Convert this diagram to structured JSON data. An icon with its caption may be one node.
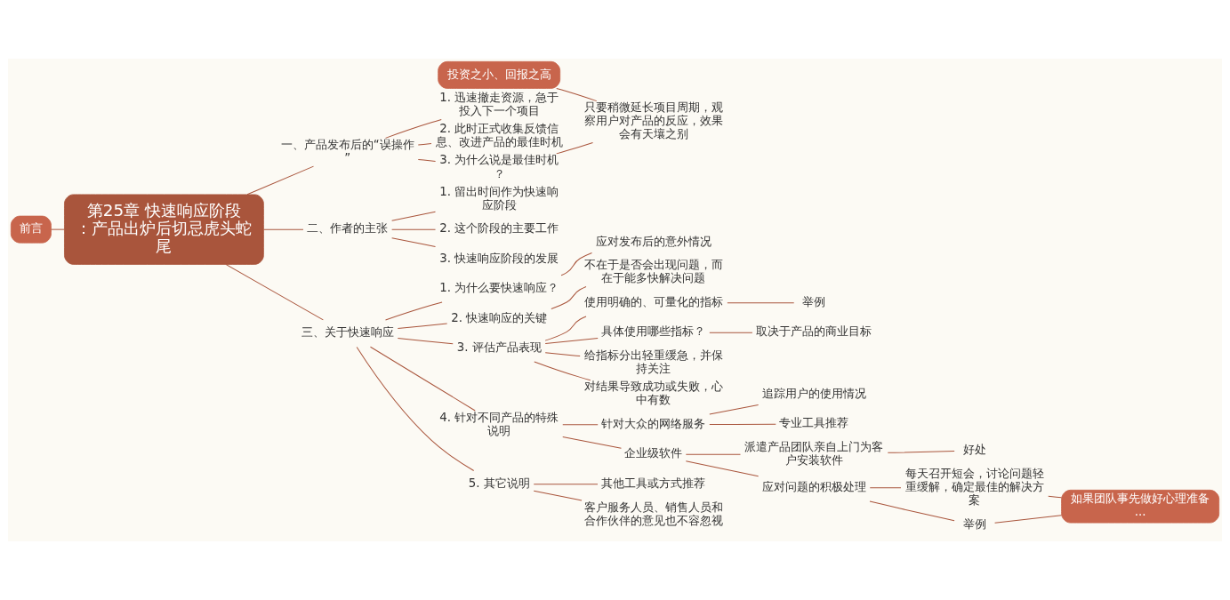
{
  "diagram": {
    "nodes": [
      {
        "text": [
          "第25章 快速响应阶段：产品出炉后切忌虎头蛇尾"
        ]
      },
      {
        "text": [
          "前言"
        ]
      },
      {
        "text": [
          "一、产品发布后的“误操作”"
        ]
      },
      {
        "text": [
          "1. 迅速撤走资源，急于投入下一个项目"
        ]
      },
      {
        "text": [
          "2. 此时正式收集反馈信息、改进产品的最佳时机"
        ]
      },
      {
        "text": [
          "3. 为什么说是最佳时机？"
        ]
      },
      {
        "text": [
          "只要稍微延长项目周期，观察用户对产品的反应，效果会有天壤之别"
        ]
      },
      {
        "text": [
          "投资之小、回报之高"
        ]
      },
      {
        "text": [
          "二、作者的主张"
        ]
      },
      {
        "text": [
          "1. 留出时间作为快速响应阶段"
        ]
      },
      {
        "text": [
          "2. 这个阶段的主要工作"
        ]
      },
      {
        "text": [
          "3. 快速响应阶段的发展"
        ]
      },
      {
        "text": [
          "三、关于快速响应"
        ]
      },
      {
        "text": [
          "1. 为什么要快速响应？"
        ]
      },
      {
        "text": [
          "应对发布后的意外情况"
        ]
      },
      {
        "text": [
          "2. 快速响应的关键"
        ]
      },
      {
        "text": [
          "不在于是否会出现问题，而在于能多快解决问题"
        ]
      },
      {
        "text": [
          "3. 评估产品表现"
        ]
      },
      {
        "text": [
          "使用明确的、可量化的指标"
        ]
      },
      {
        "text": [
          "举例"
        ]
      },
      {
        "text": [
          "具体使用哪些指标？"
        ]
      },
      {
        "text": [
          "取决于产品的商业目标"
        ]
      },
      {
        "text": [
          "给指标分出轻重缓急，并保持关注"
        ]
      },
      {
        "text": [
          "对结果导致成功或失败，心中有数"
        ]
      },
      {
        "text": [
          "4. 针对不同产品的特殊说明"
        ]
      },
      {
        "text": [
          "针对大众的网络服务"
        ]
      },
      {
        "text": [
          "追踪用户的使用情况"
        ]
      },
      {
        "text": [
          "专业工具推荐"
        ]
      },
      {
        "text": [
          "企业级软件"
        ]
      },
      {
        "text": [
          "派遣产品团队亲自上门为客户安装软件"
        ]
      },
      {
        "text": [
          "好处"
        ]
      },
      {
        "text": [
          "应对问题的积极处理"
        ]
      },
      {
        "text": [
          "每天召开短会，讨论问题轻重缓解，确定最佳的解决方案"
        ]
      },
      {
        "text": [
          "举例"
        ]
      },
      {
        "text": [
          "如果团队事先做好心理准备..."
        ]
      },
      {
        "text": [
          "5. 其它说明"
        ]
      },
      {
        "text": [
          "其他工具或方式推荐"
        ]
      },
      {
        "text": [
          "客户服务人员、销售人员和合作伙伴的意见也不容忽视"
        ]
      }
    ],
    "edges": [
      {
        "from": 1,
        "to": 0,
        "arrow": "none"
      },
      {
        "from": 0,
        "to": 2,
        "arrow": "none"
      },
      {
        "from": 2,
        "to": 3,
        "arrow": "none"
      },
      {
        "from": 2,
        "to": 4,
        "arrow": "none"
      },
      {
        "from": 2,
        "to": 5,
        "arrow": "none"
      },
      {
        "from": 5,
        "to": 6,
        "arrow": "none"
      },
      {
        "from": 7,
        "to": 6,
        "arrow": "none"
      },
      {
        "from": 0,
        "to": 8,
        "arrow": "none"
      },
      {
        "from": 8,
        "to": 9,
        "arrow": "none"
      },
      {
        "from": 8,
        "to": 10,
        "arrow": "none"
      },
      {
        "from": 8,
        "to": 11,
        "arrow": "none"
      },
      {
        "from": 0,
        "to": 12,
        "arrow": "none"
      },
      {
        "from": 12,
        "to": 13,
        "arrow": "none"
      },
      {
        "from": 13,
        "to": 14,
        "arrow": "none"
      },
      {
        "from": 12,
        "to": 15,
        "arrow": "none"
      },
      {
        "from": 15,
        "to": 16,
        "arrow": "none"
      },
      {
        "from": 12,
        "to": 17,
        "arrow": "none"
      },
      {
        "from": 17,
        "to": 18,
        "arrow": "none"
      },
      {
        "from": 18,
        "to": 19,
        "arrow": "none"
      },
      {
        "from": 17,
        "to": 20,
        "arrow": "none"
      },
      {
        "from": 20,
        "to": 21,
        "arrow": "none"
      },
      {
        "from": 17,
        "to": 22,
        "arrow": "none"
      },
      {
        "from": 17,
        "to": 23,
        "arrow": "none"
      },
      {
        "from": 12,
        "to": 24,
        "arrow": "none"
      },
      {
        "from": 24,
        "to": 25,
        "arrow": "none"
      },
      {
        "from": 25,
        "to": 26,
        "arrow": "none"
      },
      {
        "from": 25,
        "to": 27,
        "arrow": "none"
      },
      {
        "from": 24,
        "to": 28,
        "arrow": "none"
      },
      {
        "from": 28,
        "to": 29,
        "arrow": "none"
      },
      {
        "from": 29,
        "to": 30,
        "arrow": "none"
      },
      {
        "from": 28,
        "to": 31,
        "arrow": "none"
      },
      {
        "from": 31,
        "to": 32,
        "arrow": "none"
      },
      {
        "from": 31,
        "to": 33,
        "arrow": "none"
      },
      {
        "from": 32,
        "to": 34,
        "arrow": "none"
      },
      {
        "from": 33,
        "to": 34,
        "arrow": "none"
      },
      {
        "from": 12,
        "to": 35,
        "arrow": "none"
      },
      {
        "from": 35,
        "to": 36,
        "arrow": "none"
      },
      {
        "from": 35,
        "to": 37,
        "arrow": "none"
      }
    ]
  }
}
